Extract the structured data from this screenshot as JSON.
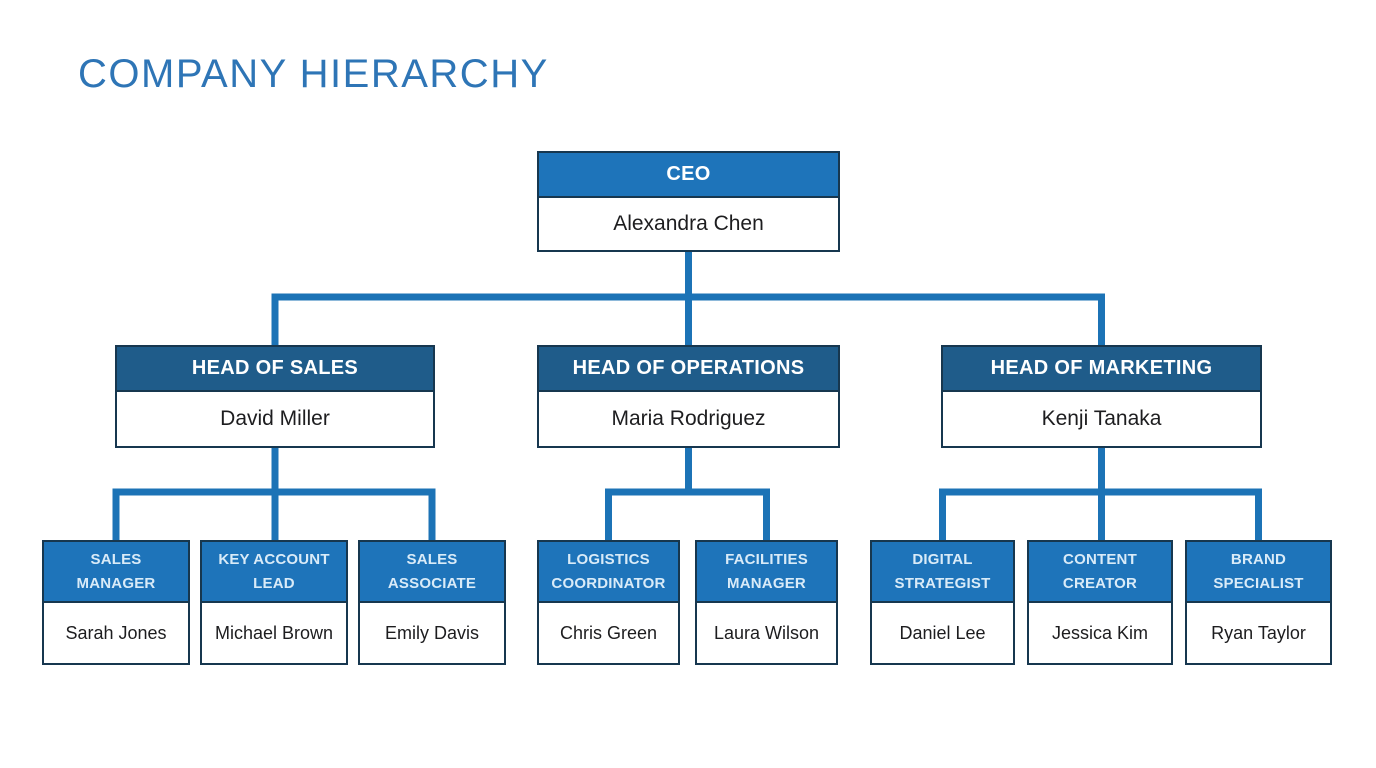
{
  "page": {
    "title": "COMPANY HIERARCHY"
  },
  "colors": {
    "title": "#2E75B6",
    "header_primary": "#1E74BA",
    "header_secondary": "#1F5C8A",
    "box_border": "#17374F",
    "connector": "#1C73B6",
    "name_text": "#1D1D1F",
    "header_text": "#FFFFFF",
    "lvl3_header_text": "#D9EBF8",
    "background": "#FFFFFF"
  },
  "org": {
    "ceo": {
      "title": "CEO",
      "name": "Alexandra Chen"
    },
    "departments": [
      {
        "title": "HEAD OF SALES",
        "name": "David Miller",
        "members": [
          {
            "title": "SALES MANAGER",
            "name": "Sarah Jones"
          },
          {
            "title": "KEY ACCOUNT LEAD",
            "name": "Michael Brown"
          },
          {
            "title": "SALES ASSOCIATE",
            "name": "Emily Davis"
          }
        ]
      },
      {
        "title": "HEAD OF OPERATIONS",
        "name": "Maria Rodriguez",
        "members": [
          {
            "title": "LOGISTICS COORDINATOR",
            "name": "Chris Green"
          },
          {
            "title": "FACILITIES MANAGER",
            "name": "Laura Wilson"
          }
        ]
      },
      {
        "title": "HEAD OF MARKETING",
        "name": "Kenji Tanaka",
        "members": [
          {
            "title": "DIGITAL STRATEGIST",
            "name": "Daniel Lee"
          },
          {
            "title": "CONTENT CREATOR",
            "name": "Jessica Kim"
          },
          {
            "title": "BRAND SPECIALIST",
            "name": "Ryan Taylor"
          }
        ]
      }
    ]
  }
}
